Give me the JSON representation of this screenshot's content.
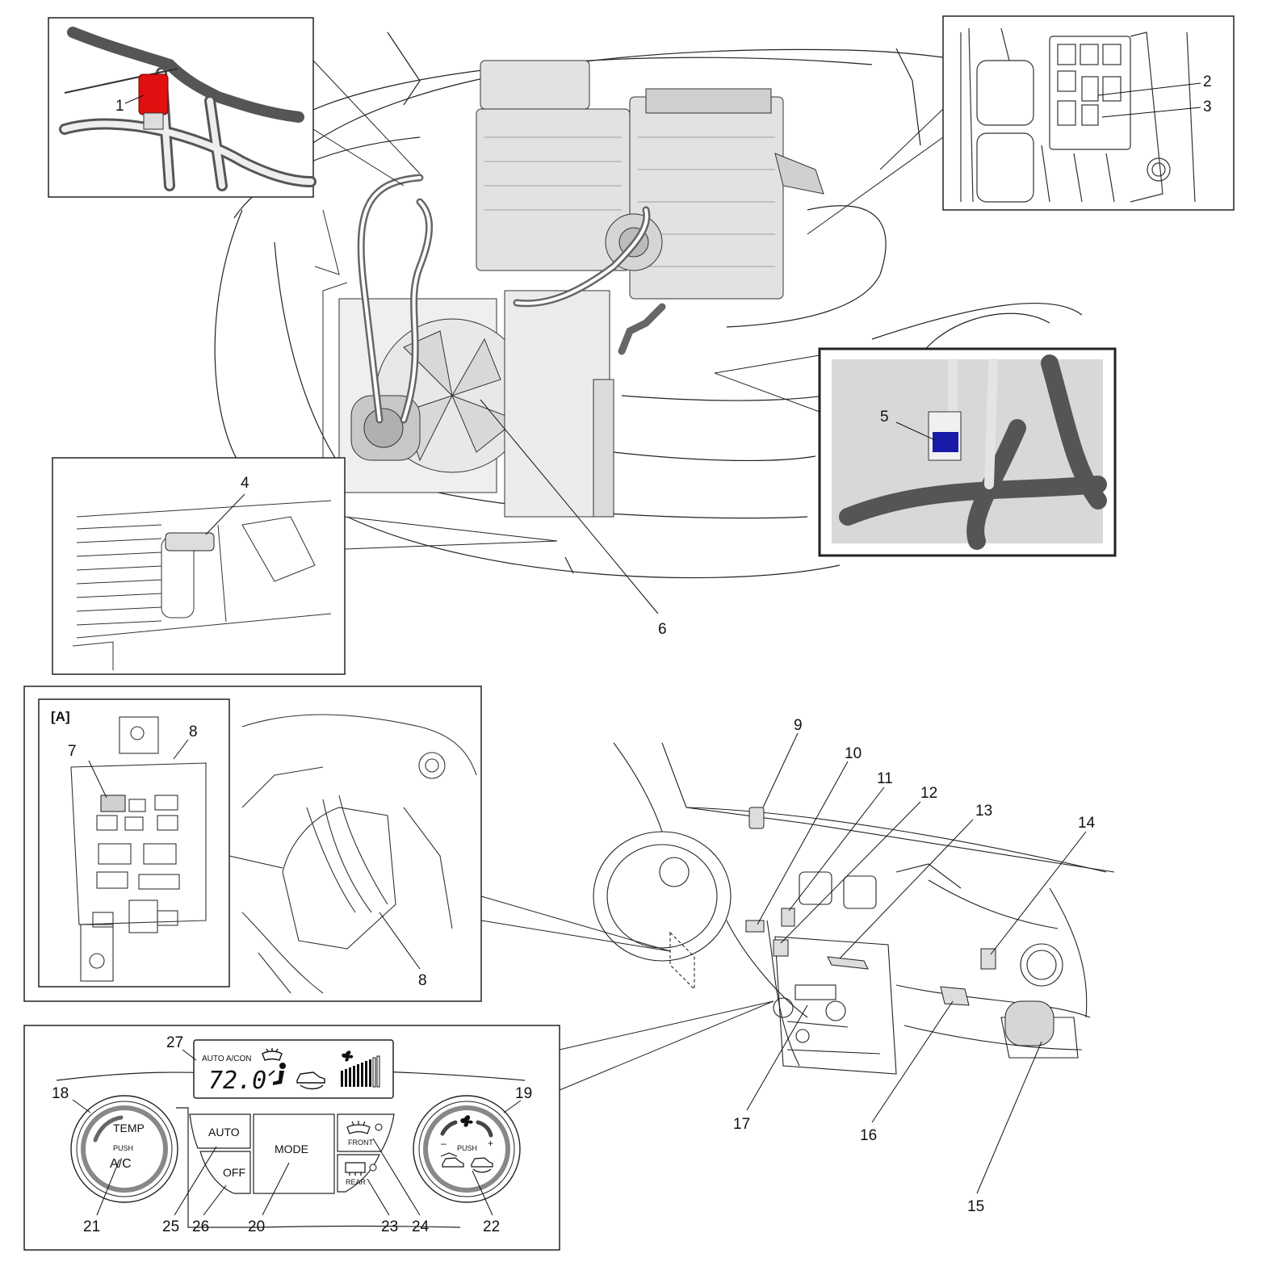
{
  "callouts": {
    "c1": "1",
    "c2": "2",
    "c3": "3",
    "c4": "4",
    "c5": "5",
    "c6": "6",
    "c7": "7",
    "c8a": "8",
    "c8b": "8",
    "c9": "9",
    "c10": "10",
    "c11": "11",
    "c12": "12",
    "c13": "13",
    "c14": "14",
    "c15": "15",
    "c16": "16",
    "c17": "17",
    "c18": "18",
    "c19": "19",
    "c20": "20",
    "c21": "21",
    "c22": "22",
    "c23": "23",
    "c24": "24",
    "c25": "25",
    "c26": "26",
    "c27": "27"
  },
  "panel_a_label": "[A]",
  "control_panel": {
    "lcd": {
      "mode_text": "AUTO A/CON",
      "temperature": "72.0"
    },
    "left_knob": {
      "top_label": "TEMP",
      "push_label": "PUSH",
      "main_label": "A/C"
    },
    "right_knob": {
      "push_label": "PUSH",
      "minus": "–",
      "plus": "+"
    },
    "auto_button": "AUTO",
    "off_button": "OFF",
    "mode_button": "MODE",
    "front_defrost_label": "FRONT",
    "rear_defrost_label": "REAR"
  },
  "colors": {
    "highlight_red": "#e01010",
    "highlight_blue": "#1a1aa8",
    "line": "#222222",
    "part_fill": "#e2e2e2"
  }
}
